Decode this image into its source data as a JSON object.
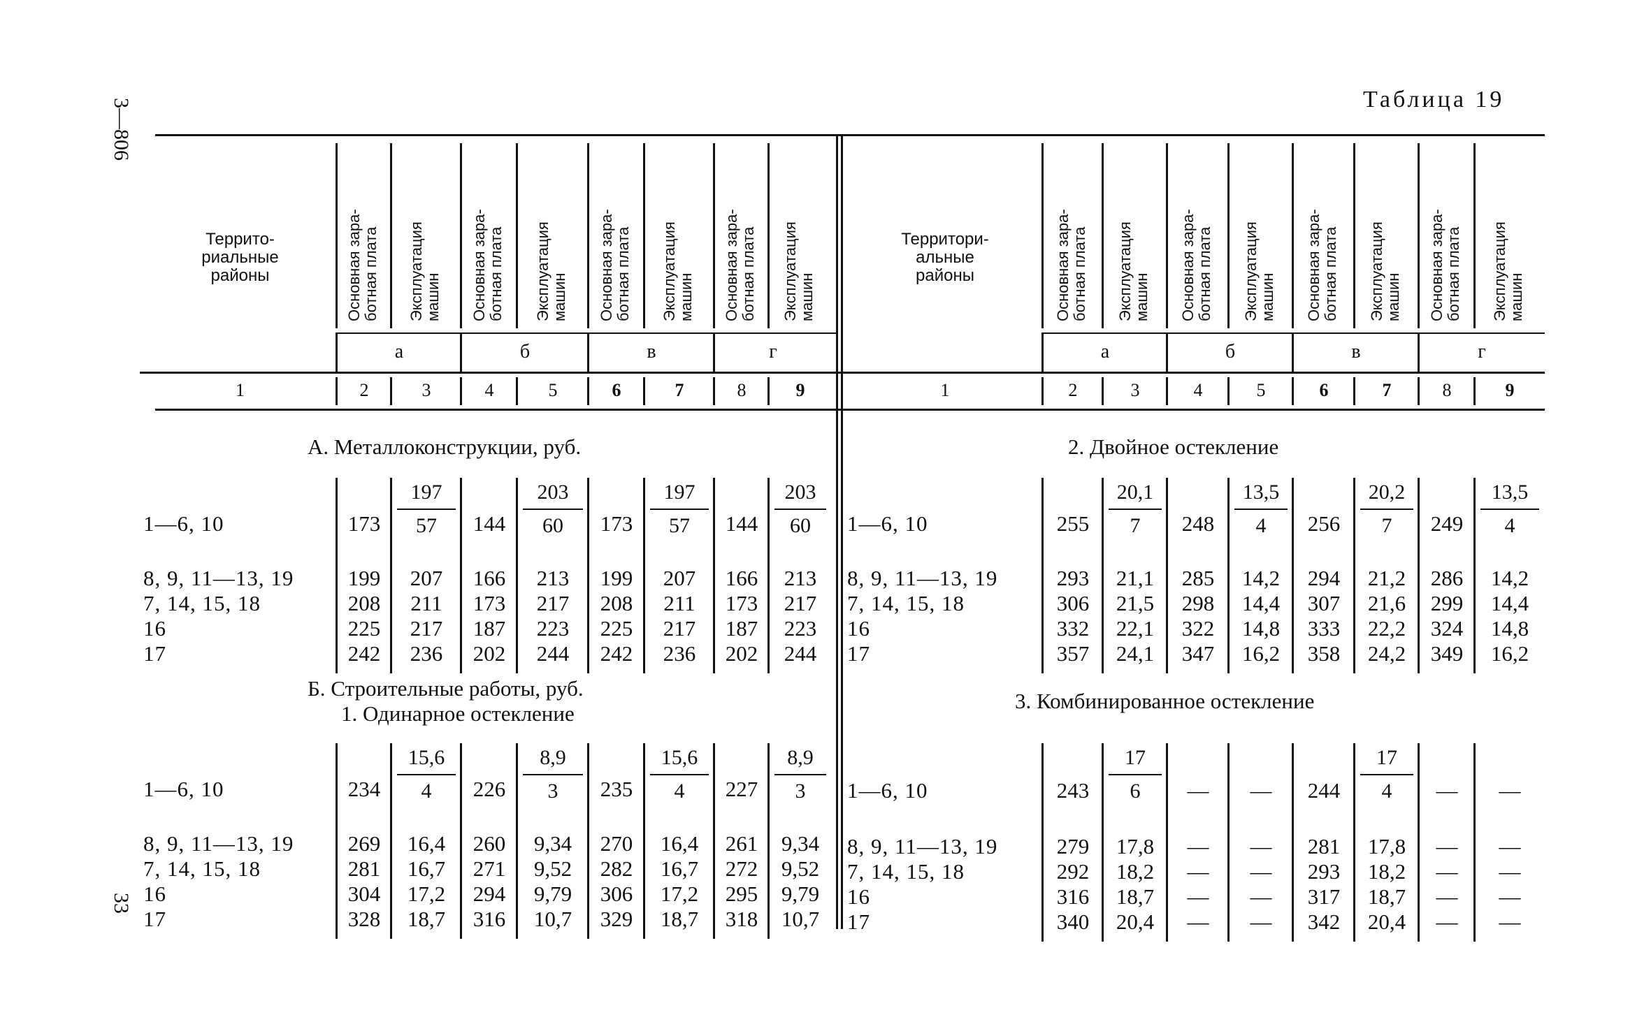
{
  "page": {
    "side_code": "3—806",
    "page_number": "33",
    "table_title": "Таблица 19"
  },
  "header": {
    "region_label": "Террито-\nриальные\nрайоны",
    "region_label_right": "Территори-\nальные\nрайоны",
    "col_base_pay": "Основная зара-\nботная плата",
    "col_machines": "Эксплуатация\nмашин",
    "groups": [
      "а",
      "б",
      "в",
      "г"
    ],
    "column_numbers": [
      "1",
      "2",
      "3",
      "4",
      "5",
      "6",
      "7",
      "8",
      "9"
    ]
  },
  "sections": {
    "A": "А. Металлоконструкции, руб.",
    "B1": "Б. Строительные работы, руб.",
    "B2": "1. Одинарное остекление",
    "R2": "2. Двойное остекление",
    "R3": "3. Комбинированное остекление"
  },
  "left_tables": [
    {
      "rows": [
        {
          "label": "1—6, 10",
          "cells": [
            "173",
            {
              "num": "197",
              "den": "57"
            },
            "144",
            {
              "num": "203",
              "den": "60"
            },
            "173",
            {
              "num": "197",
              "den": "57"
            },
            "144",
            {
              "num": "203",
              "den": "60"
            }
          ]
        },
        {
          "label": "8, 9, 11—13, 19",
          "cells": [
            "199",
            "207",
            "166",
            "213",
            "199",
            "207",
            "166",
            "213"
          ]
        },
        {
          "label": "7, 14, 15, 18",
          "cells": [
            "208",
            "211",
            "173",
            "217",
            "208",
            "211",
            "173",
            "217"
          ]
        },
        {
          "label": "16",
          "cells": [
            "225",
            "217",
            "187",
            "223",
            "225",
            "217",
            "187",
            "223"
          ]
        },
        {
          "label": "17",
          "cells": [
            "242",
            "236",
            "202",
            "244",
            "242",
            "236",
            "202",
            "244"
          ]
        }
      ]
    },
    {
      "rows": [
        {
          "label": "1—6, 10",
          "cells": [
            "234",
            {
              "num": "15,6",
              "den": "4"
            },
            "226",
            {
              "num": "8,9",
              "den": "3"
            },
            "235",
            {
              "num": "15,6",
              "den": "4"
            },
            "227",
            {
              "num": "8,9",
              "den": "3"
            }
          ]
        },
        {
          "label": "8, 9, 11—13, 19",
          "cells": [
            "269",
            "16,4",
            "260",
            "9,34",
            "270",
            "16,4",
            "261",
            "9,34"
          ]
        },
        {
          "label": "7, 14, 15, 18",
          "cells": [
            "281",
            "16,7",
            "271",
            "9,52",
            "282",
            "16,7",
            "272",
            "9,52"
          ]
        },
        {
          "label": "16",
          "cells": [
            "304",
            "17,2",
            "294",
            "9,79",
            "306",
            "17,2",
            "295",
            "9,79"
          ]
        },
        {
          "label": "17",
          "cells": [
            "328",
            "18,7",
            "316",
            "10,7",
            "329",
            "18,7",
            "318",
            "10,7"
          ]
        }
      ]
    }
  ],
  "right_tables": [
    {
      "rows": [
        {
          "label": "1—6, 10",
          "cells": [
            "255",
            {
              "num": "20,1",
              "den": "7"
            },
            "248",
            {
              "num": "13,5",
              "den": "4"
            },
            "256",
            {
              "num": "20,2",
              "den": "7"
            },
            "249",
            {
              "num": "13,5",
              "den": "4"
            }
          ]
        },
        {
          "label": "8, 9, 11—13, 19",
          "cells": [
            "293",
            "21,1",
            "285",
            "14,2",
            "294",
            "21,2",
            "286",
            "14,2"
          ]
        },
        {
          "label": "7, 14, 15, 18",
          "cells": [
            "306",
            "21,5",
            "298",
            "14,4",
            "307",
            "21,6",
            "299",
            "14,4"
          ]
        },
        {
          "label": "16",
          "cells": [
            "332",
            "22,1",
            "322",
            "14,8",
            "333",
            "22,2",
            "324",
            "14,8"
          ]
        },
        {
          "label": "17",
          "cells": [
            "357",
            "24,1",
            "347",
            "16,2",
            "358",
            "24,2",
            "349",
            "16,2"
          ]
        }
      ]
    },
    {
      "rows": [
        {
          "label": "1—6, 10",
          "cells": [
            "243",
            {
              "num": "17",
              "den": "6"
            },
            "—",
            "—",
            "244",
            {
              "num": "17",
              "den": "4"
            },
            "—",
            "—"
          ]
        },
        {
          "label": "8, 9, 11—13, 19",
          "cells": [
            "279",
            "17,8",
            "—",
            "—",
            "281",
            "17,8",
            "—",
            "—"
          ]
        },
        {
          "label": "7, 14, 15, 18",
          "cells": [
            "292",
            "18,2",
            "—",
            "—",
            "293",
            "18,2",
            "—",
            "—"
          ]
        },
        {
          "label": "16",
          "cells": [
            "316",
            "18,7",
            "—",
            "—",
            "317",
            "18,7",
            "—",
            "—"
          ]
        },
        {
          "label": "17",
          "cells": [
            "340",
            "20,4",
            "—",
            "—",
            "342",
            "20,4",
            "—",
            "—"
          ]
        }
      ]
    }
  ]
}
